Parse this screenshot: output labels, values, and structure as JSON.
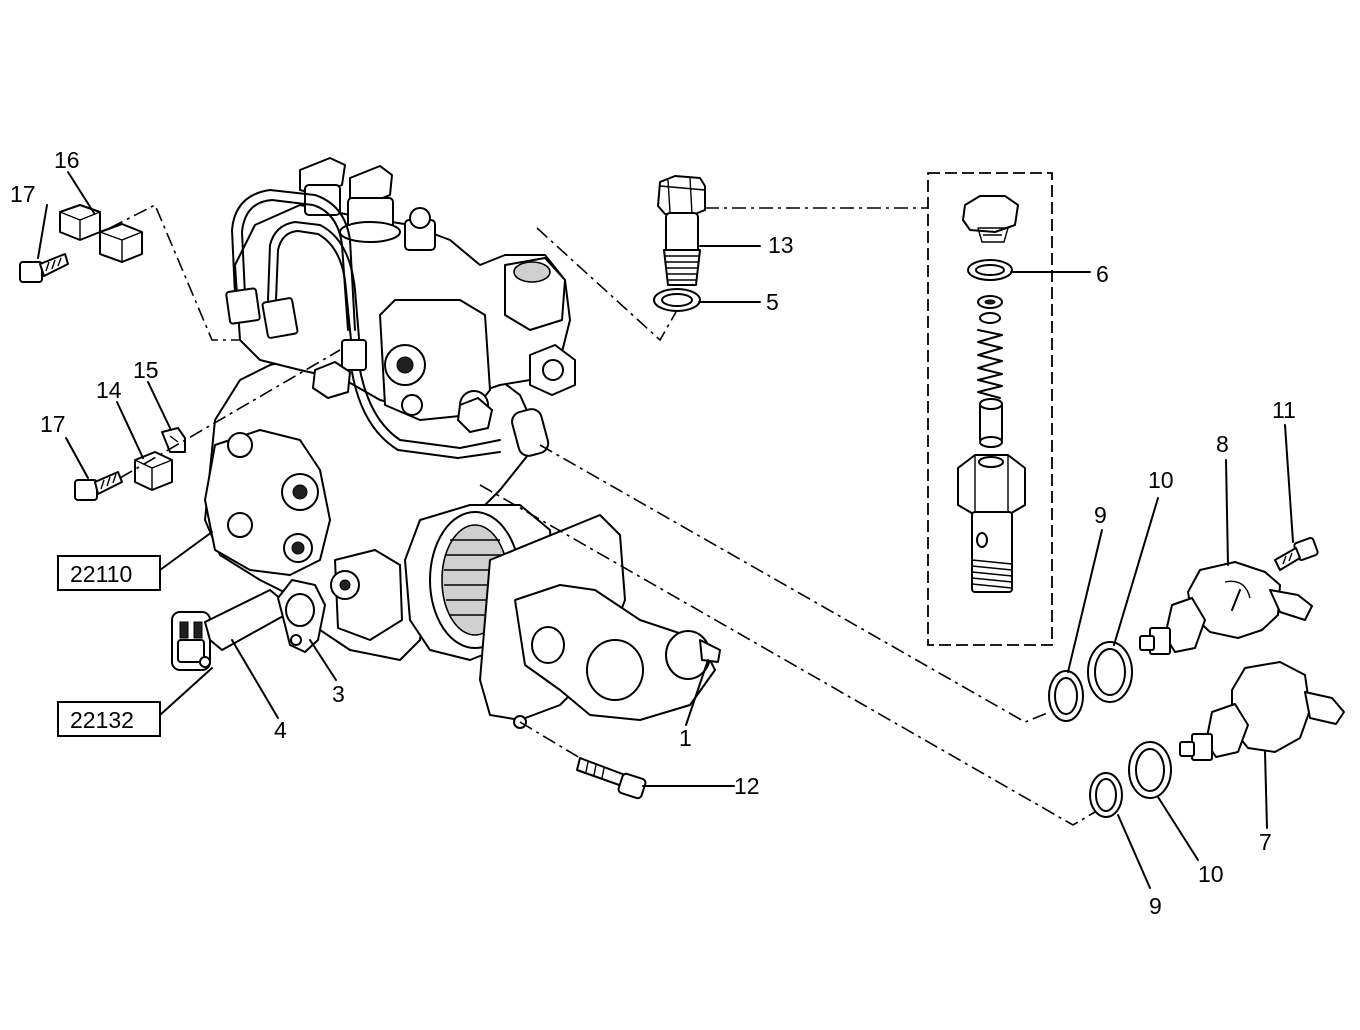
{
  "callouts": {
    "n1": "1",
    "n3": "3",
    "n4": "4",
    "n5": "5",
    "n6": "6",
    "n7": "7",
    "n8": "8",
    "n9a": "9",
    "n9b": "9",
    "n10a": "10",
    "n10b": "10",
    "n11": "11",
    "n12": "12",
    "n13": "13",
    "n14": "14",
    "n15": "15",
    "n16": "16",
    "n17a": "17",
    "n17b": "17"
  },
  "references": {
    "ref_pump": "22110",
    "ref_sensor": "22132"
  }
}
